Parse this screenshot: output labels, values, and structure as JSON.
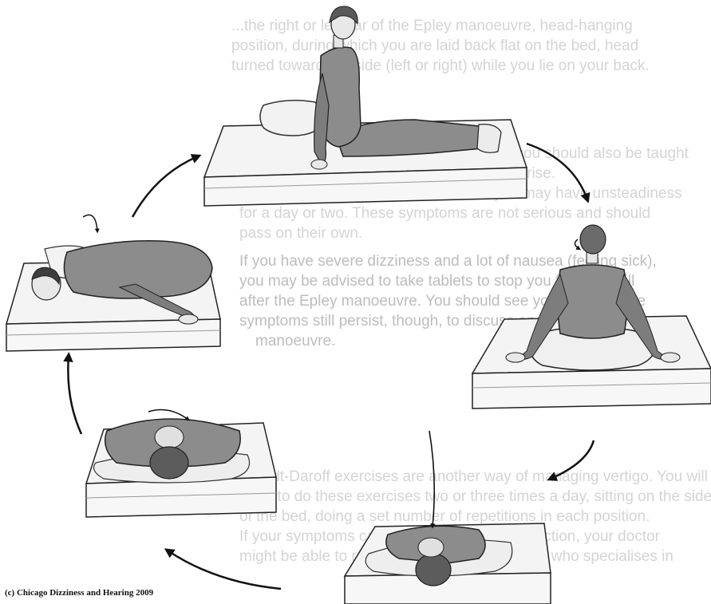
{
  "background_text_lines": [
    "...the right or left ear of the Epley manoeuvre, head-hanging",
    "position, during which you are laid back flat on the bed, head",
    "turned toward the side (left or right) while you lie on your back.",
    "",
    "If you are still dizzy after the manoeuvre, you should also be taught",
    "the exercises shown on the first attempt in rise.",
    "If you are advised to do this exercise, you may have unsteadiness",
    "for a day or two. These symptoms are not serious and should",
    "pass on their own.",
    "If you have severe dizziness and a lot of nausea (feeling sick),",
    "you may be advised to take tablets to stop you feeling as ill",
    "after the Epley manoeuvre. You should see your doctor if the",
    "symptoms still persist, though, to discuss another go of the",
    "manoeuvre.",
    "",
    "Brandt-Daroff exercises are another way of managing vertigo. You will",
    "need to do these exercises two or three times a day, sitting on the side",
    "of the bed, doing a set number of repetitions in each position.",
    "If your symptoms can be treated in either direction, your doctor",
    "might be able to refer you to a physiotherapist who specialises in"
  ],
  "copyright": "(c) Chicago Dizziness and Hearing 2009"
}
